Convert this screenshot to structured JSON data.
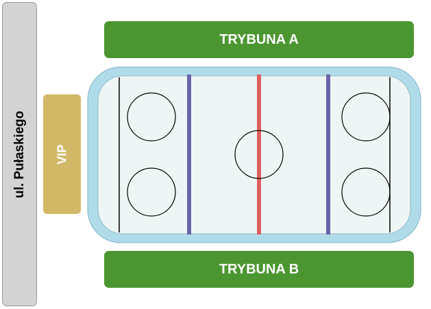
{
  "street": {
    "label": "ul. Pułaskiego"
  },
  "vip": {
    "label": "VIP"
  },
  "stands": {
    "a": {
      "label": "TRYBUNA A"
    },
    "b": {
      "label": "TRYBUNA B"
    }
  },
  "colors": {
    "stand": "#4c9632",
    "vip": "#d2b967",
    "street": "#d3d3d3",
    "rink_border": "#b0dcea",
    "ice": "#eef6f5",
    "blue_line": "#6a64a8",
    "red_line": "#e06060"
  }
}
